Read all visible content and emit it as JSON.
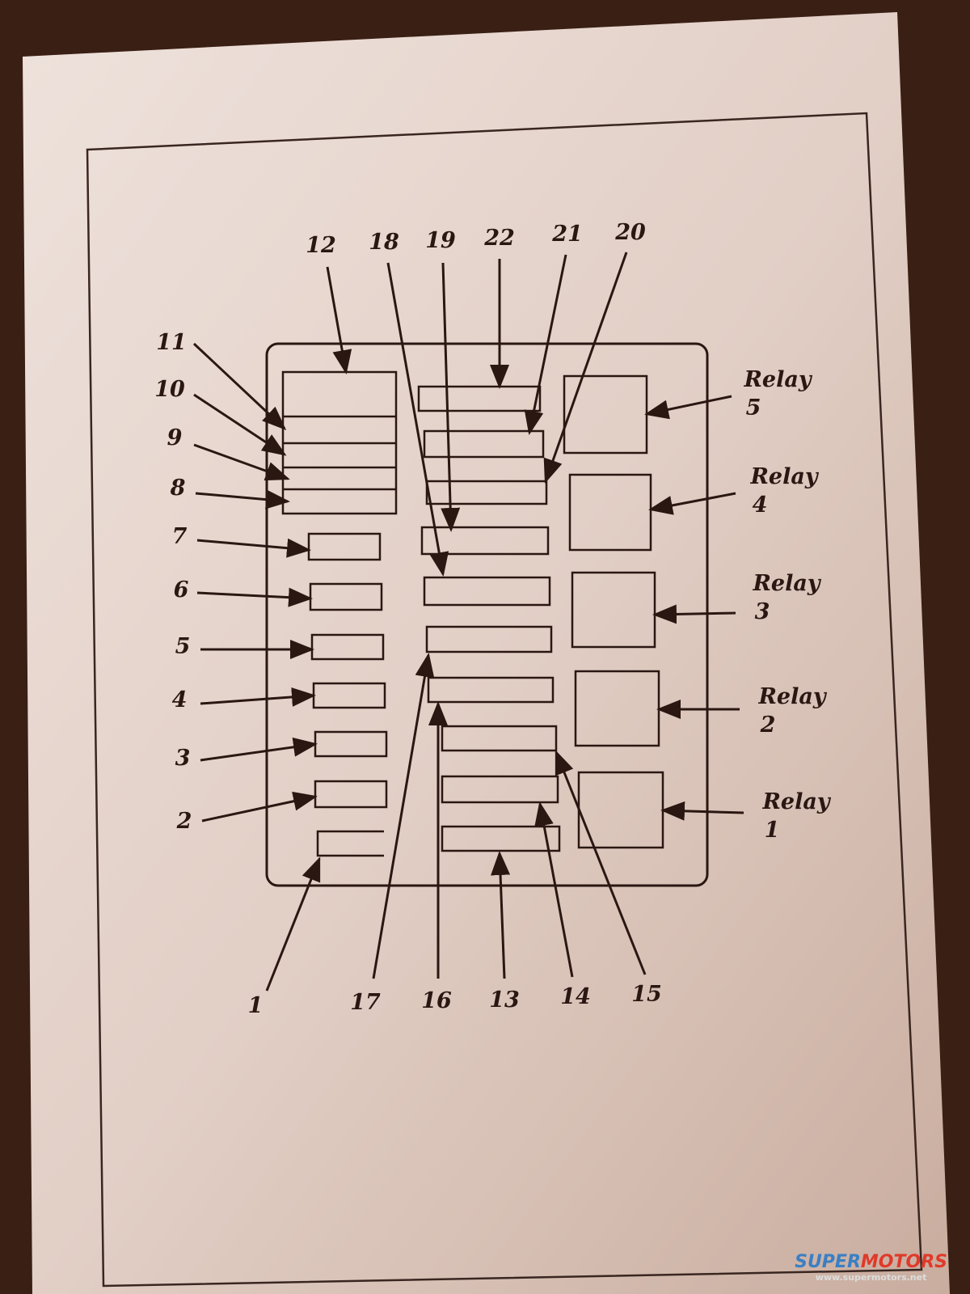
{
  "diagram": {
    "title": "Fuse panel diagram",
    "fuse_labels": {
      "f1": "1",
      "f2": "2",
      "f3": "3",
      "f4": "4",
      "f5": "5",
      "f6": "6",
      "f7": "7",
      "f8": "8",
      "f9": "9",
      "f10": "10",
      "f11": "11",
      "f12": "12",
      "f13": "13",
      "f14": "14",
      "f15": "15",
      "f16": "16",
      "f17": "17",
      "f18": "18",
      "f19": "19",
      "f20": "20",
      "f21": "21",
      "f22": "22"
    },
    "relays": [
      {
        "word": "Relay",
        "num": "1"
      },
      {
        "word": "Relay",
        "num": "2"
      },
      {
        "word": "Relay",
        "num": "3"
      },
      {
        "word": "Relay",
        "num": "4"
      },
      {
        "word": "Relay",
        "num": "5"
      }
    ]
  },
  "watermark": {
    "brand_1": "SUPER",
    "brand_2": "MOTORS",
    "url": "www.supermotors.net",
    "color_1": "#3b7fc4",
    "color_2": "#e03a2a"
  }
}
